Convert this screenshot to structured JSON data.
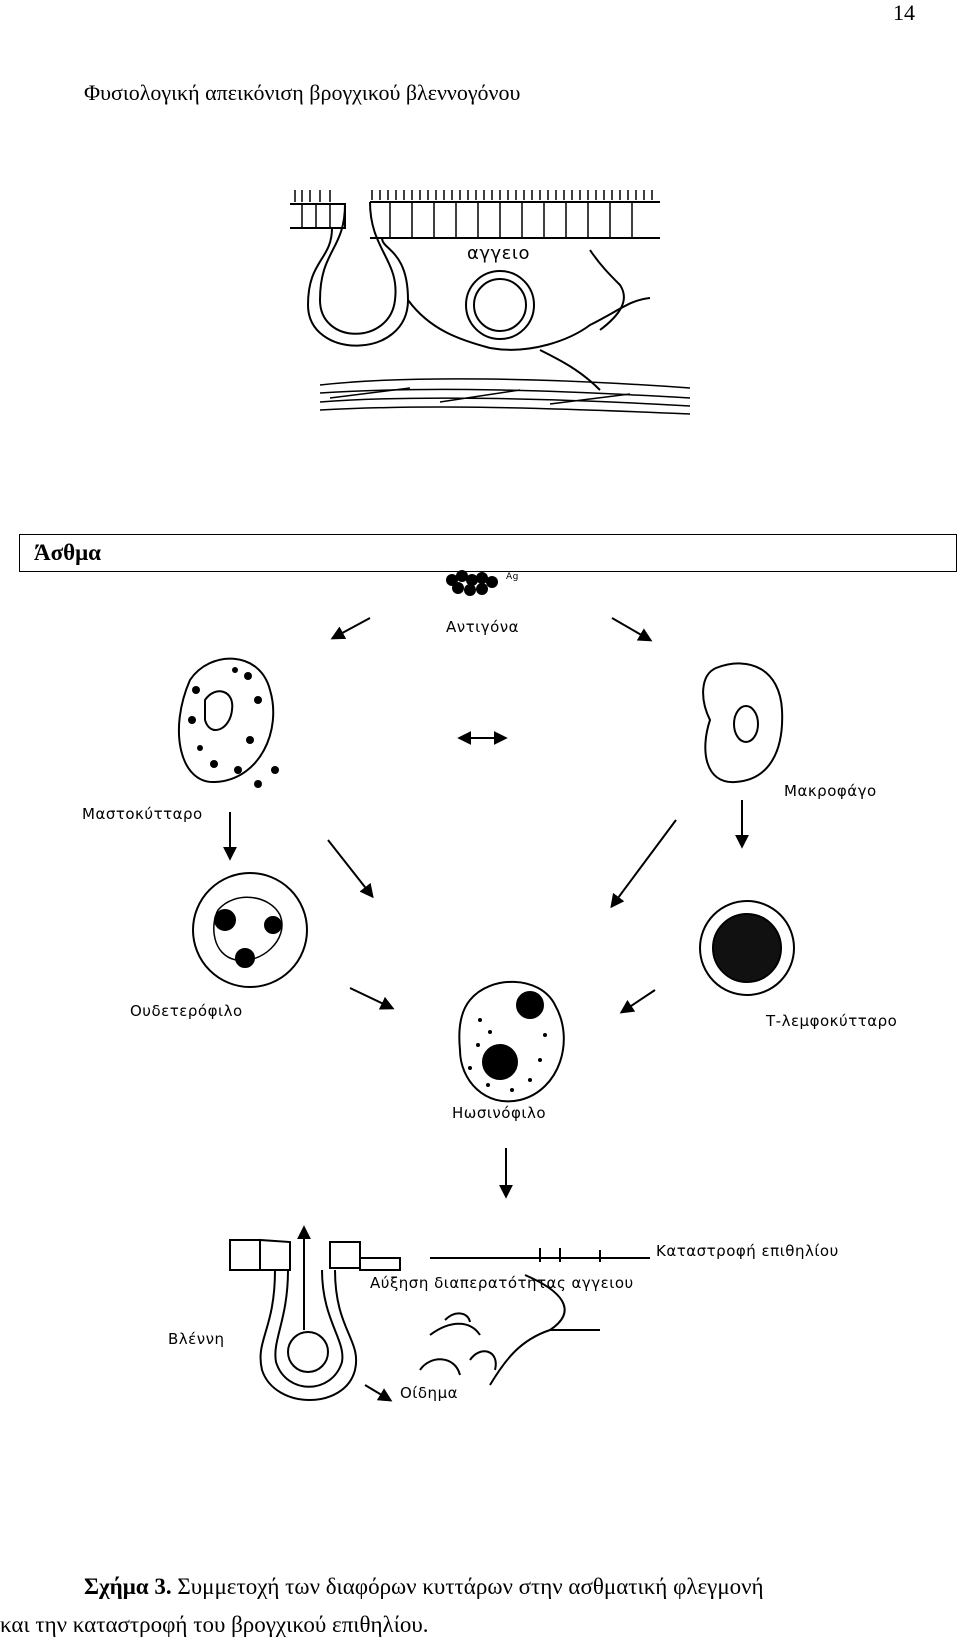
{
  "page_number": "14",
  "top_title": "Φυσιολογική απεικόνιση βρογχικού βλεννογόνου",
  "top_figure": {
    "vessel_label": "αγγειο"
  },
  "section_title": "Άσθμα",
  "diagram": {
    "antigen_tag": "Ag",
    "antigen": "Αντιγόνα",
    "mast_cell": "Μαστοκύτταρο",
    "macrophage": "Μακροφάγο",
    "neutrophil": "Ουδετερόφιλο",
    "t_lymphocyte": "Τ-λεμφοκύτταρο",
    "eosinophil": "Ηωσινόφιλο",
    "epithelium_damage": "Καταστροφή επιθηλίου",
    "permeability": "Αύξηση διαπερατότητας αγγειου",
    "mucus": "Βλέννη",
    "edema": "Οίδημα"
  },
  "caption": {
    "figure_label": "Σχήμα 3.",
    "line1": "Συμμετοχή των διαφόρων κυττάρων στην ασθματική φλεγμονή",
    "line2": "και την καταστροφή του βρογχικού επιθηλίου."
  }
}
